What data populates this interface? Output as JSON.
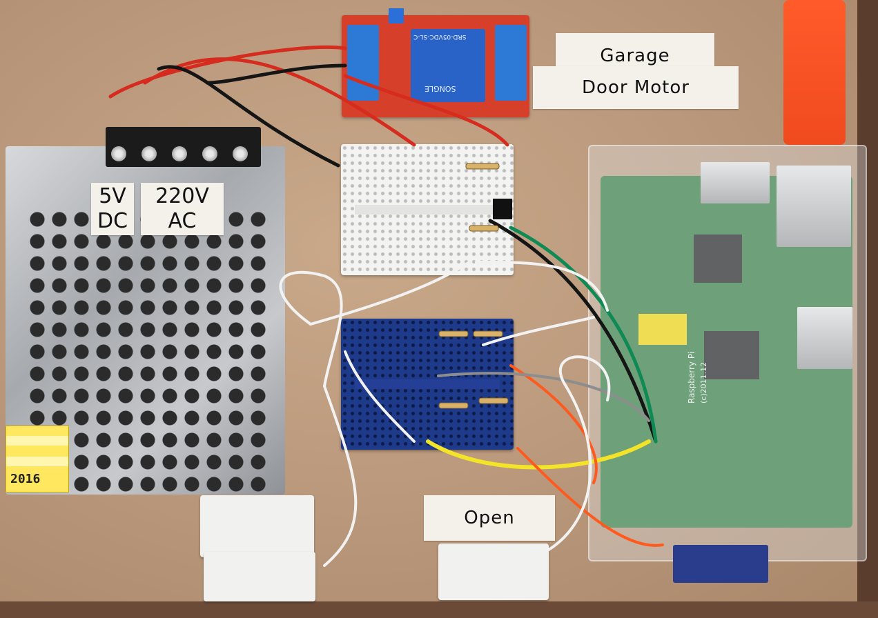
{
  "labels": {
    "garage_line1": "Garage",
    "garage_line2": "Door Motor",
    "dc_voltage": "5V",
    "dc": "DC",
    "ac_voltage": "220V",
    "ac": "AC",
    "open": "Open"
  },
  "relay_text": "SRD-05VDC-SL-C",
  "relay_brand": "SONGLE",
  "pi_text": "Raspberry Pi",
  "pi_year": "(c)2011.12",
  "warranty_year": "2016",
  "colors": {
    "board": "#b8967a",
    "wire_red": "#d62b1f",
    "wire_black": "#151515",
    "wire_white": "#f2f2f2",
    "wire_orange": "#ff5a1e",
    "wire_yellow": "#f3e42a",
    "wire_green": "#0f8a55",
    "wire_gray": "#8d8d8d"
  }
}
